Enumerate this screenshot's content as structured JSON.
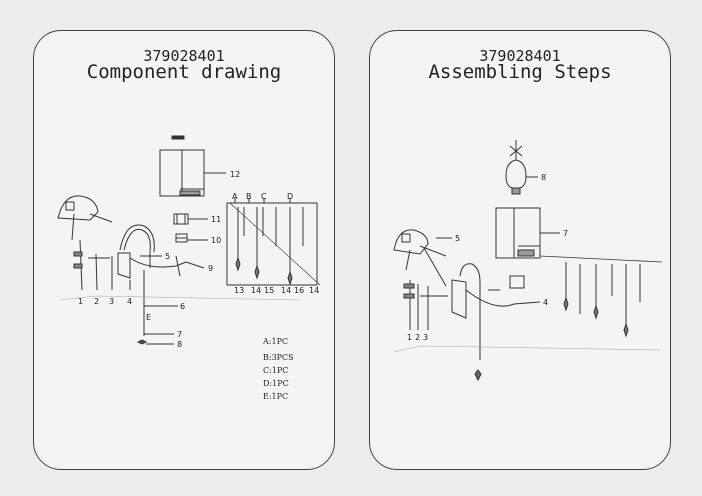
{
  "left_panel": {
    "code": "379028401",
    "title": "Component drawing",
    "callouts": [
      "12",
      "11",
      "10",
      "5",
      "9",
      "6",
      "7",
      "8"
    ],
    "bottom_numbers": [
      "1",
      "2",
      "3",
      "4"
    ],
    "letters": [
      "A",
      "B",
      "C",
      "D"
    ],
    "sub_numbers": [
      "13",
      "14",
      "15",
      "14",
      "16",
      "14"
    ],
    "e_label": "E",
    "quantities": [
      "A:1PC",
      "B:3PCS",
      "C:1PC",
      "D:1PC",
      "E:1PC"
    ]
  },
  "right_panel": {
    "code": "379028401",
    "title": "Assembling Steps",
    "callouts": [
      "8",
      "7",
      "5",
      "4"
    ],
    "bottom_numbers": [
      "1",
      "2",
      "3"
    ]
  }
}
